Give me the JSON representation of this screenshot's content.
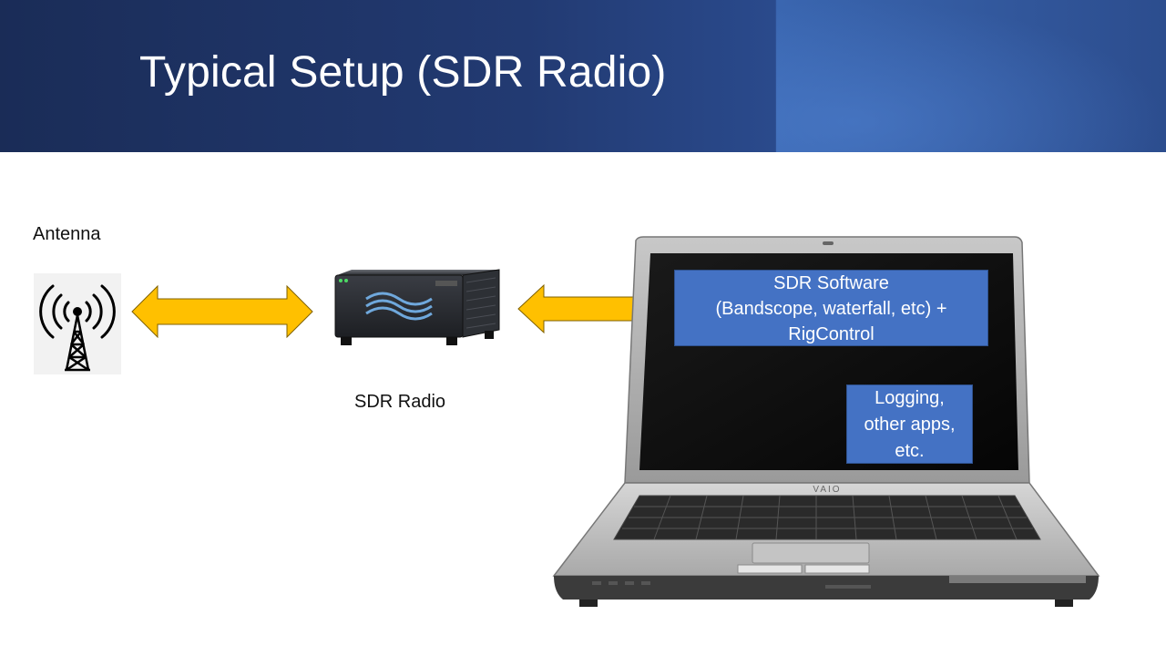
{
  "slide": {
    "title": "Typical Setup (SDR Radio)"
  },
  "labels": {
    "antenna": "Antenna",
    "sdr_radio": "SDR Radio"
  },
  "laptop": {
    "software_box": [
      "SDR Software",
      "(Bandscope, waterfall, etc) +",
      "RigControl"
    ],
    "apps_box": [
      "Logging,",
      "other apps,",
      "etc."
    ],
    "brand": "VAIO"
  },
  "colors": {
    "title_band": "#223a72",
    "arrow_fill": "#ffc000",
    "box_fill": "#4472c4"
  }
}
